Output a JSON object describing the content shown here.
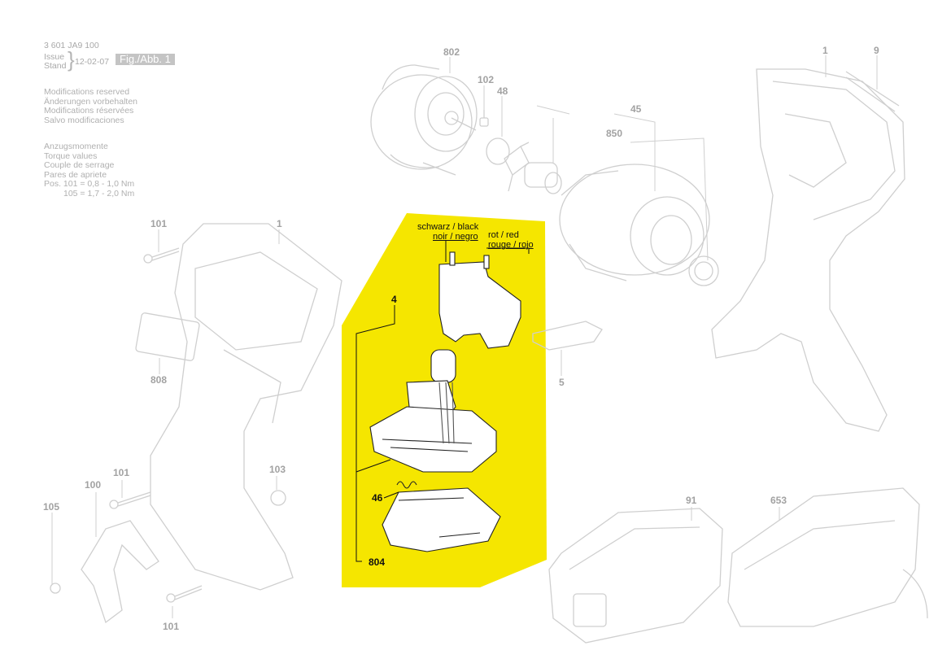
{
  "header": {
    "document_number": "3 601 JA9 100",
    "issue_label": "Issue",
    "stand_label": "Stand",
    "date": "12-02-07",
    "figure_label": "Fig./Abb. 1"
  },
  "notes": {
    "modifications": [
      "Modifications reserved",
      "Änderungen vorbehalten",
      "Modifications réservées",
      "Salvo modificaciones"
    ],
    "torque_titles": [
      "Anzugsmomente",
      "Torque values",
      "Couple de serrage",
      "Pares de apriete"
    ],
    "torque_values": [
      "Pos.  101 = 0,8 - 1,0 Nm",
      "105 = 1,7 - 2,0 Nm"
    ]
  },
  "wire_labels": {
    "black_line1": "schwarz / black",
    "black_line2": "noir / negro",
    "red_line1": "rot / red",
    "red_line2": "rouge / rojo"
  },
  "part_numbers": {
    "p802": "802",
    "p102": "102",
    "p48": "48",
    "p45": "45",
    "p850": "850",
    "p1_top": "1",
    "p9": "9",
    "p101_a": "101",
    "p1_left": "1",
    "p808": "808",
    "p4": "4",
    "p5": "5",
    "p46": "46",
    "p804": "804",
    "p101_b": "101",
    "p100": "100",
    "p103": "103",
    "p105": "105",
    "p101_c": "101",
    "p91": "91",
    "p653": "653"
  },
  "colors": {
    "highlight": "#f5e600",
    "line_gray": "#cfcfcf",
    "label_gray": "#a2a2a2",
    "dark": "#111111"
  }
}
